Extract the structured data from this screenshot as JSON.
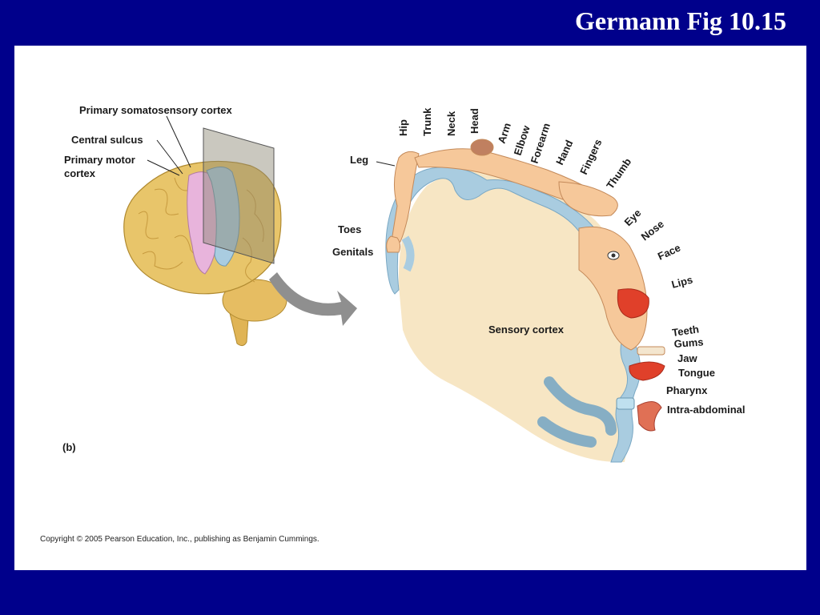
{
  "title": "Germann Fig 10.15",
  "panel_label": "(b)",
  "brain_labels": {
    "somatosensory": "Primary somatosensory cortex",
    "central_sulcus": "Central sulcus",
    "motor_line1": "Primary motor",
    "motor_line2": "cortex"
  },
  "sensory_cortex_label": "Sensory cortex",
  "homunculus_labels": {
    "leg": "Leg",
    "hip": "Hip",
    "trunk": "Trunk",
    "neck": "Neck",
    "head": "Head",
    "arm": "Arm",
    "elbow": "Elbow",
    "forearm": "Forearm",
    "hand": "Hand",
    "fingers": "Fingers",
    "thumb": "Thumb",
    "eye": "Eye",
    "nose": "Nose",
    "face": "Face",
    "lips": "Lips",
    "teeth": "Teeth",
    "gums": "Gums",
    "jaw": "Jaw",
    "tongue": "Tongue",
    "pharynx": "Pharynx",
    "intra_abdominal": "Intra-abdominal",
    "toes": "Toes",
    "genitals": "Genitals"
  },
  "copyright": "Copyright © 2005 Pearson Education, Inc., publishing as Benjamin Cummings.",
  "colors": {
    "background": "#00008b",
    "brain": "#e8c56a",
    "motor_cortex": "#e8b4dc",
    "somatosensory_cortex": "#a9cce0",
    "cortex_fill": "#f7e6c4",
    "cortex_border": "#a9cce0",
    "skin": "#f6c89a",
    "lips": "#e0402a"
  }
}
